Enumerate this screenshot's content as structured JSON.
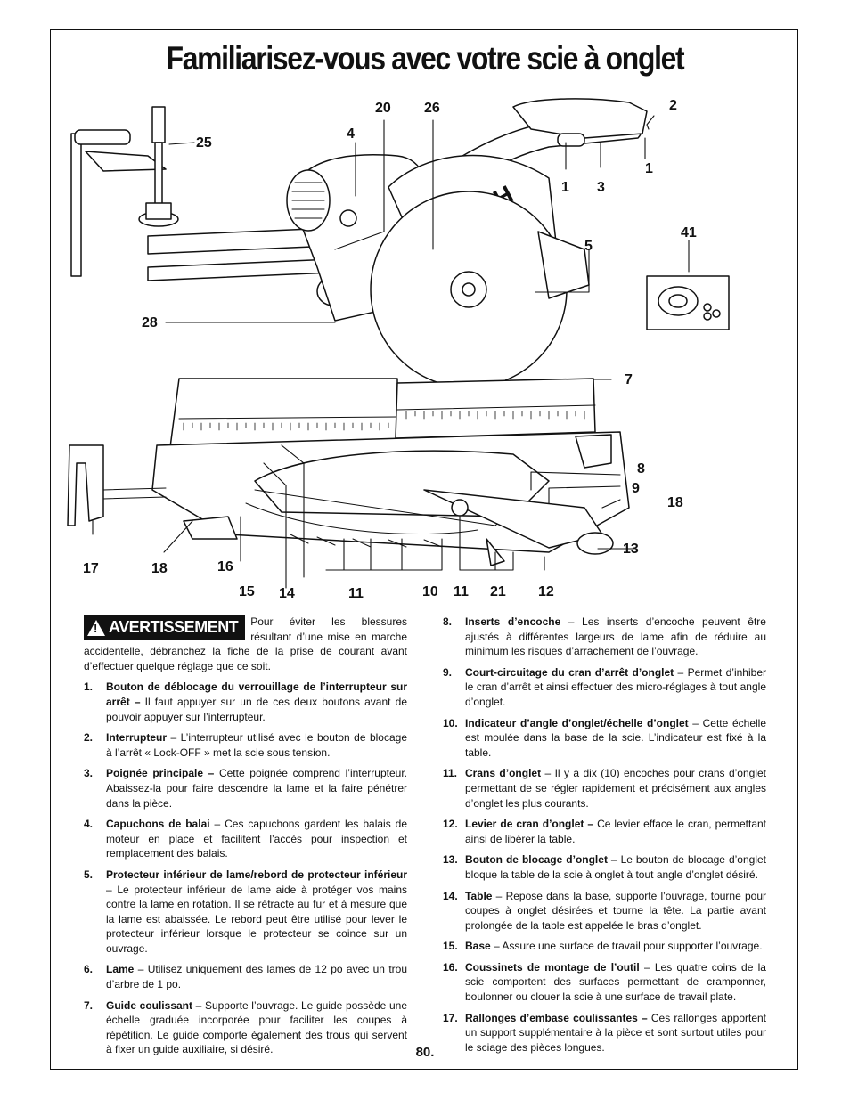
{
  "page": {
    "title": "Familiarisez-vous avec votre scie à onglet",
    "page_number": "80."
  },
  "diagram": {
    "brand": "BOSCH",
    "callouts": {
      "c1a": "1",
      "c1b": "1",
      "c2": "2",
      "c3": "3",
      "c4": "4",
      "c5": "5",
      "c7": "7",
      "c8": "8",
      "c9": "9",
      "c10": "10",
      "c11a": "11",
      "c11b": "11",
      "c12": "12",
      "c13": "13",
      "c14": "14",
      "c15": "15",
      "c16": "16",
      "c17": "17",
      "c18a": "18",
      "c18b": "18",
      "c20": "20",
      "c21": "21",
      "c25": "25",
      "c26": "26",
      "c28": "28",
      "c41": "41"
    }
  },
  "warning": {
    "badge": "AVERTISSEMENT",
    "text": "Pour éviter les blessures résultant d’une mise en marche accidentelle, débranchez la fiche de la prise de courant avant d’effectuer quelque réglage que ce soit."
  },
  "items": [
    {
      "num": "1.",
      "title": "Bouton de déblocage du verrouillage de l’interrupteur sur arrêt –",
      "text": " Il faut appuyer sur un de ces deux boutons avant de pouvoir appuyer sur l’interrupteur."
    },
    {
      "num": "2.",
      "title": "Interrupteur",
      "text": " – L’interrupteur utilisé avec le bouton de blocage à l’arrêt « Lock-OFF » met la scie sous tension."
    },
    {
      "num": "3.",
      "title": "Poignée principale –",
      "text": " Cette poignée comprend l’interrupteur. Abaissez-la pour faire descendre la lame et la faire pénétrer dans la pièce."
    },
    {
      "num": "4.",
      "title": "Capuchons de balai",
      "text": " – Ces capuchons gardent les balais de moteur en place et facilitent l’accès pour inspection et remplacement des balais."
    },
    {
      "num": "5.",
      "title": "Protecteur inférieur de lame/rebord de protecteur inférieur",
      "text": " – Le protecteur inférieur de lame aide à protéger vos mains contre la lame en rotation. Il se rétracte au fur et à mesure que la lame est abaissée. Le rebord peut être utilisé pour lever le protecteur inférieur lorsque le protecteur se coince sur un ouvrage."
    },
    {
      "num": "6.",
      "title": "Lame",
      "text": " – Utilisez uniquement des lames de 12 po avec un trou d’arbre de 1 po."
    },
    {
      "num": "7.",
      "title": "Guide coulissant",
      "text": " – Supporte l’ouvrage. Le guide possède une échelle graduée incorporée pour faciliter les coupes à répétition. Le guide comporte également des trous qui servent à fixer un guide auxiliaire, si désiré."
    },
    {
      "num": "8.",
      "title": "Inserts d’encoche",
      "text": " – Les inserts d’encoche peuvent être ajustés à différentes largeurs de lame afin de réduire au minimum les risques d’arrachement de l’ouvrage."
    },
    {
      "num": "9.",
      "title": "Court-circuitage du cran d’arrêt d’onglet",
      "text": " – Permet d’inhiber le cran d’arrêt et ainsi effectuer des micro-réglages à tout angle d’onglet."
    },
    {
      "num": "10.",
      "title": "Indicateur d’angle d’onglet/échelle d’onglet",
      "text": " – Cette échelle est moulée dans la base de la scie. L’indicateur est fixé à la table."
    },
    {
      "num": "11.",
      "title": "Crans d’onglet",
      "text": " – Il y a dix (10) encoches pour crans d’onglet permettant de se régler rapidement et précisément aux angles d’onglet les plus courants."
    },
    {
      "num": "12.",
      "title": "Levier de cran d’onglet –",
      "text": " Ce levier efface le cran, permettant ainsi de libérer la table."
    },
    {
      "num": "13.",
      "title": "Bouton de blocage d’onglet",
      "text": " – Le bouton de blocage d’onglet bloque la table de la scie à onglet à tout angle d’onglet désiré."
    },
    {
      "num": "14.",
      "title": "Table",
      "text": " – Repose dans la base, supporte l’ouvrage, tourne pour coupes à onglet désirées et tourne la tête. La partie avant prolongée de la table est appelée le bras d’onglet."
    },
    {
      "num": "15.",
      "title": "Base",
      "text": " – Assure une surface de travail pour supporter l’ouvrage."
    },
    {
      "num": "16.",
      "title": "Coussinets de montage de l’outil",
      "text": " – Les quatre coins de la scie comportent des surfaces permettant de cramponner, boulonner ou clouer la scie à une surface de travail plate."
    },
    {
      "num": "17.",
      "title": "Rallonges d’embase coulissantes –",
      "text": " Ces rallonges apportent un support supplémentaire à la pièce et sont surtout utiles pour le sciage des pièces longues."
    }
  ]
}
